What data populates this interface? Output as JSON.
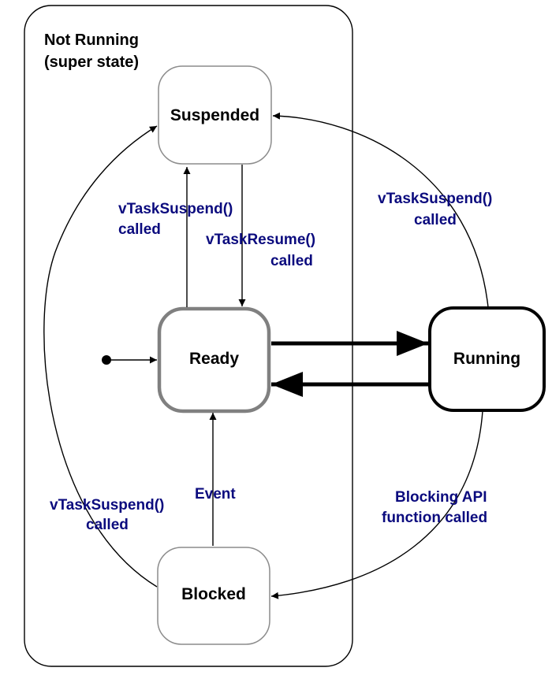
{
  "super_state": {
    "title_line1": "Not Running",
    "title_line2": "(super state)"
  },
  "states": {
    "suspended": "Suspended",
    "ready": "Ready",
    "running": "Running",
    "blocked": "Blocked"
  },
  "transitions": {
    "ready_to_suspended": {
      "line1": "vTaskSuspend()",
      "line2": "called"
    },
    "suspended_to_ready": {
      "line1": "vTaskResume()",
      "line2": "called"
    },
    "running_to_suspended": {
      "line1": "vTaskSuspend()",
      "line2": "called"
    },
    "blocked_to_suspended": {
      "line1": "vTaskSuspend()",
      "line2": "called"
    },
    "blocked_to_ready": {
      "line1": "Event"
    },
    "running_to_blocked": {
      "line1": "Blocking API",
      "line2": "function called"
    }
  },
  "colors": {
    "label_text": "#0b0b7e",
    "lines": "#000000",
    "ready_border": "#808080",
    "state_border": "#8c8c8c"
  }
}
